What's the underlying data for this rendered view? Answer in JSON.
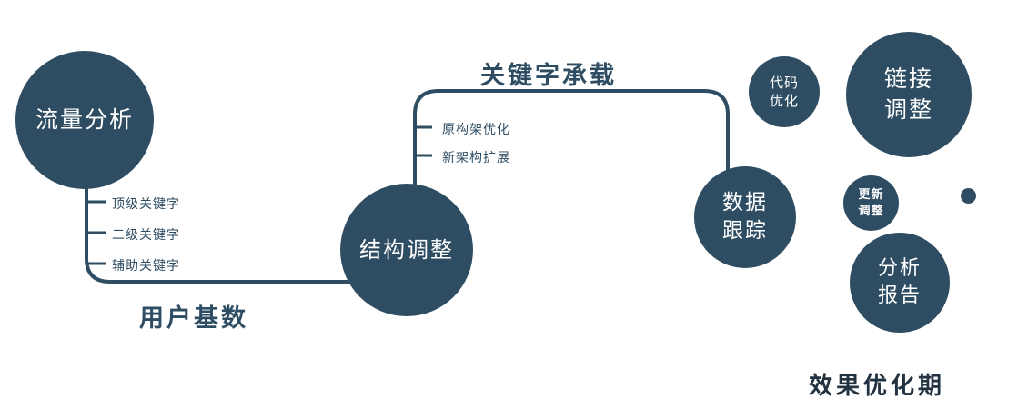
{
  "colors": {
    "primary": "#2e4d63",
    "node_text": "#ffffff",
    "background": "#ffffff"
  },
  "diagram": {
    "nodes": {
      "traffic_analysis": {
        "label": "流量分析"
      },
      "structure_adjustment": {
        "label": "结构调整"
      },
      "data_tracking": {
        "label": "数据\n跟踪"
      },
      "code_optimization": {
        "label": "代码\n优化"
      },
      "link_adjustment": {
        "label": "链接\n调整"
      },
      "update_adjustment": {
        "label": "更新\n调整"
      },
      "analysis_report": {
        "label": "分析\n报告"
      }
    },
    "edge_labels": {
      "user_base": "用户基数",
      "keyword_carrying": "关键字承载"
    },
    "branch_labels": {
      "traffic": [
        "顶级关键字",
        "二级关键字",
        "辅助关键字"
      ],
      "structure": [
        "原构架优化",
        "新架构扩展"
      ]
    },
    "caption": "效果优化期"
  }
}
